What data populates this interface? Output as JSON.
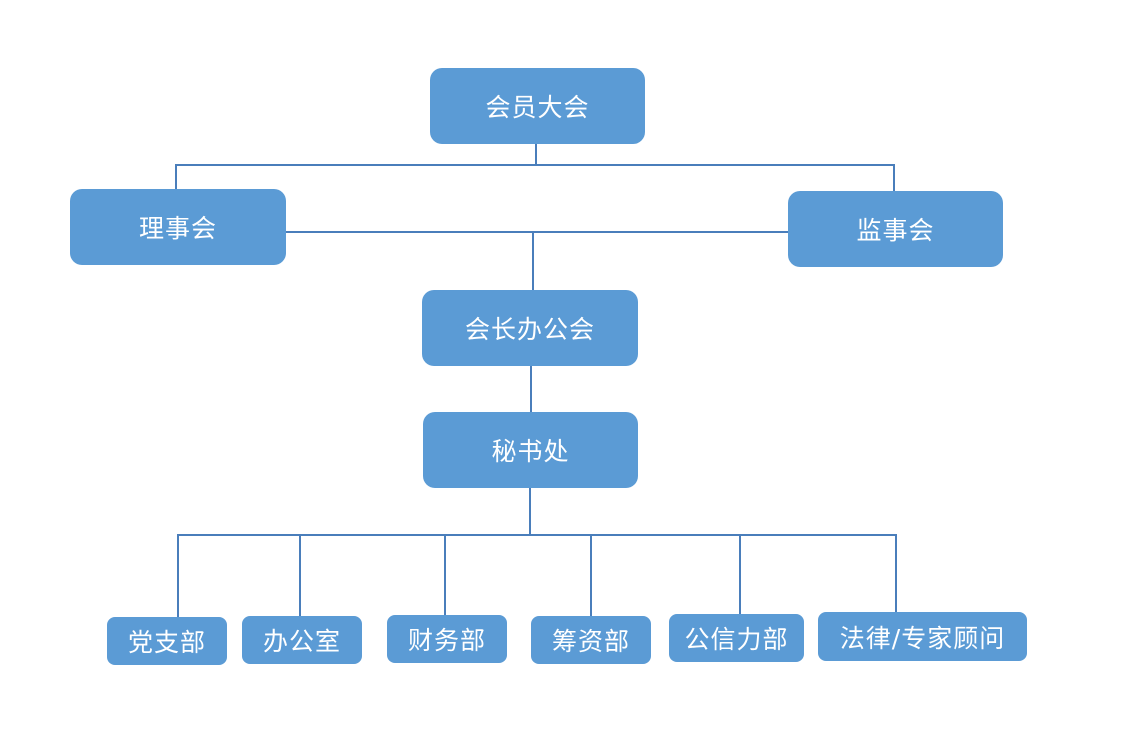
{
  "diagram": {
    "colors": {
      "node_fill": "#5b9bd5",
      "connector": "#4a7ebb",
      "text": "#ffffff"
    },
    "nodes": {
      "member_assembly": "会员大会",
      "council": "理事会",
      "supervisory_board": "监事会",
      "president_office_meeting": "会长办公会",
      "secretariat": "秘书处",
      "departments": [
        "党支部",
        "办公室",
        "财务部",
        "筹资部",
        "公信力部",
        "法律/专家顾问"
      ]
    }
  }
}
